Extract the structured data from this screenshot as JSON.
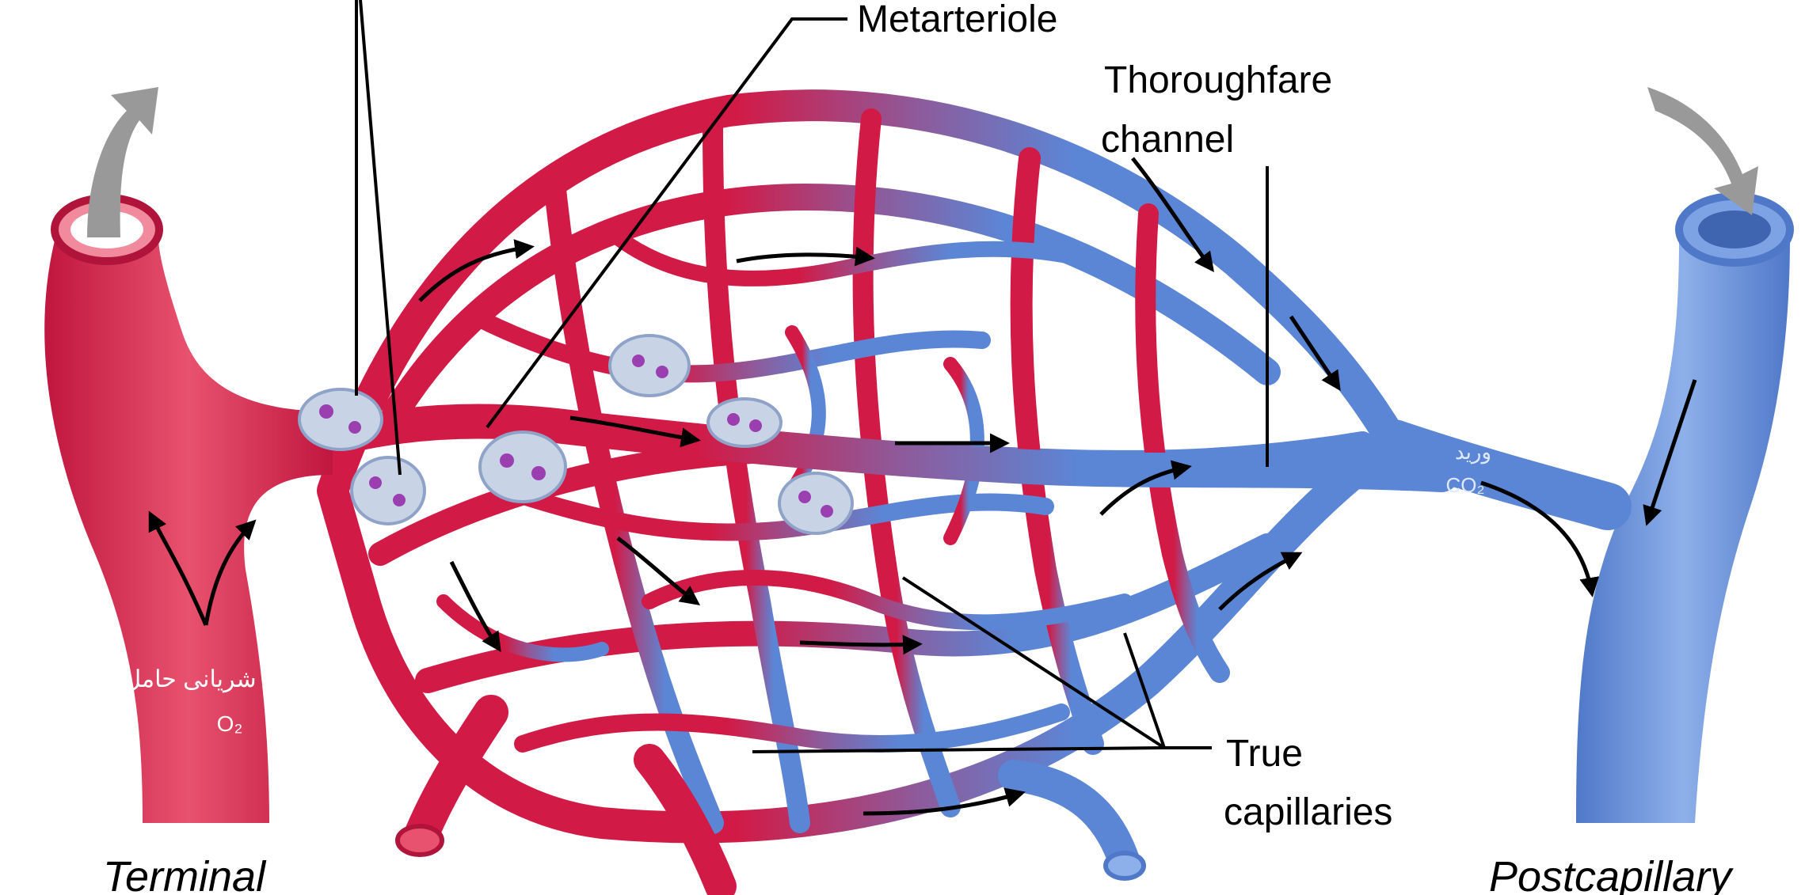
{
  "labels": {
    "metarteriole": "Metarteriole",
    "thoroughfare_line1": "Thoroughfare",
    "thoroughfare_line2": "channel",
    "true_cap_line1": "True",
    "true_cap_line2": "capillaries",
    "terminal": "Terminal",
    "postcapillary": "Postcapillary"
  },
  "annotations": {
    "arteriole_note_line1": "شریانی حامل",
    "arteriole_note_line2": "O₂",
    "venule_note_line1": "ورید",
    "venule_note_line2": "CO₂"
  },
  "colors": {
    "arterial": "#d21a46",
    "arterial_light": "#e8526e",
    "venous": "#5b86d6",
    "venous_light": "#8eb0ea",
    "sphincter": "#c9d3e6",
    "sphincter_nucleus": "#9b3fb0",
    "flow_arrow": "#999999",
    "leader_line": "#000000",
    "handwriting": "#ffffff"
  }
}
